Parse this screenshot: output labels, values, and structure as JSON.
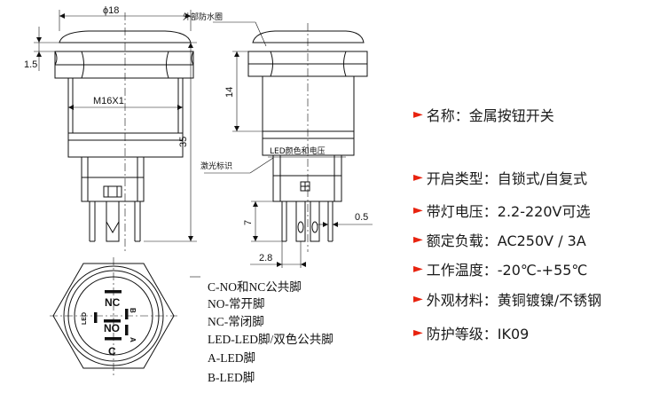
{
  "dimensions": {
    "diameter": "ϕ18",
    "ring_thickness": "1.5",
    "thread": "M16X1",
    "body_height": "14",
    "total_height": "35",
    "pin_length": "7",
    "pin_width": "0.5",
    "pin_spacing": "2.8"
  },
  "callouts": {
    "waterproof_ring": "外部防水圈",
    "laser_mark": "激光标识",
    "led_color_voltage": "LED颜色和电压"
  },
  "pin_labels": {
    "nc": "NC",
    "no": "NO",
    "c": "C",
    "a": "A",
    "b": "B",
    "led": "LED"
  },
  "pin_legend": [
    "C-NO和NC公共脚",
    "NO-常开脚",
    "NC-常闭脚",
    "LED-LED脚/双色公共脚",
    "A-LED脚",
    "B-LED脚"
  ],
  "specs": [
    {
      "label": "名称：金属按钮开关"
    },
    {
      "label": "开启类型：自锁式/自复式"
    },
    {
      "label": "带灯电压：2.2-220V可选"
    },
    {
      "label": "额定负载：AC250V / 3A"
    },
    {
      "label": "工作温度：-20℃-+55℃"
    },
    {
      "label": "外观材料：黄铜镀镍/不锈钢"
    },
    {
      "label": "防护等级：IK09"
    }
  ],
  "colors": {
    "arrow": "#e8230f",
    "line": "#111111"
  }
}
